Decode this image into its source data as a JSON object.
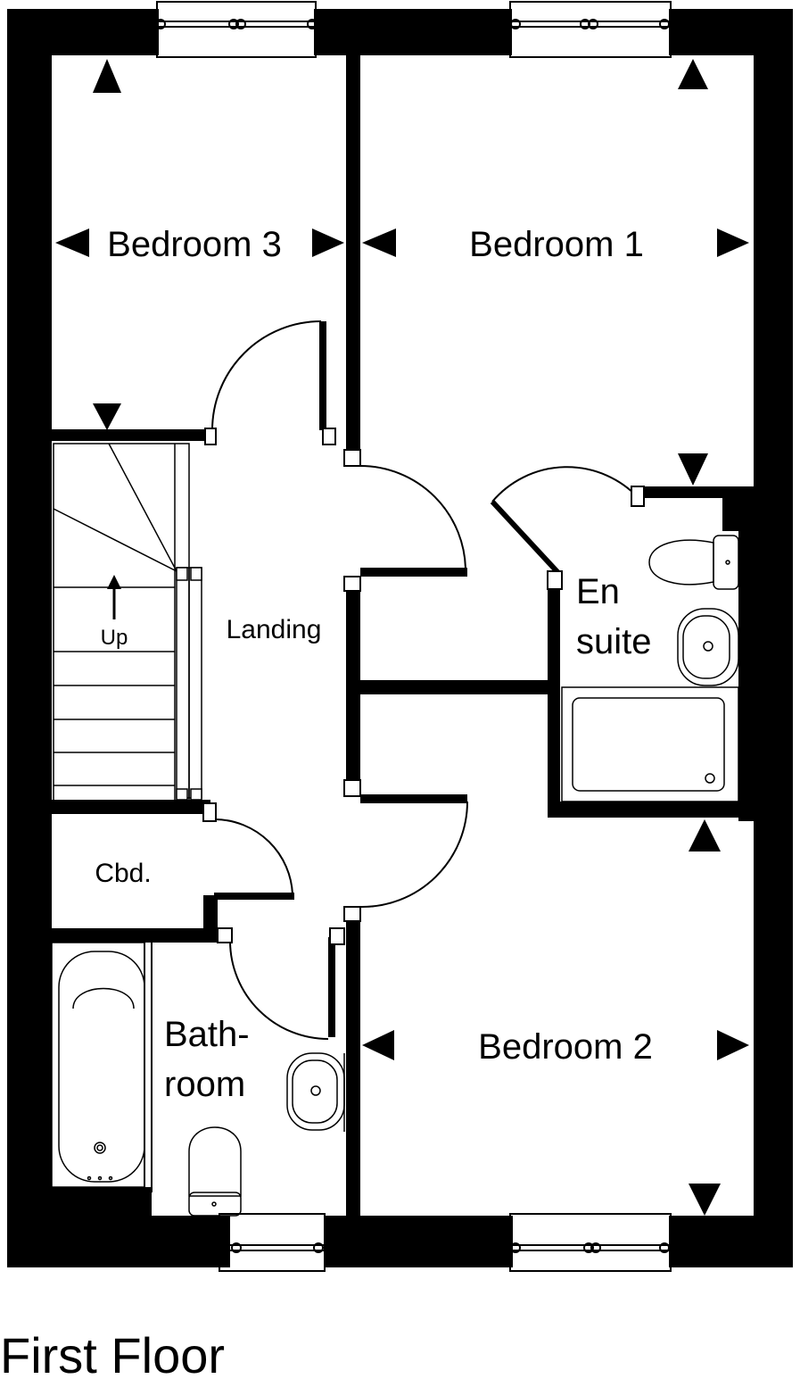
{
  "title": "First Floor",
  "rooms": {
    "bedroom3": "Bedroom 3",
    "bedroom1": "Bedroom 1",
    "bedroom2": "Bedroom 2",
    "landing": "Landing",
    "ensuite_line1": "En",
    "ensuite_line2": "suite",
    "cupboard": "Cbd.",
    "bathroom_line1": "Bath-",
    "bathroom_line2": "room",
    "stairs_up": "Up"
  },
  "colors": {
    "wall": "#000000",
    "background": "#ffffff",
    "line": "#000000"
  }
}
